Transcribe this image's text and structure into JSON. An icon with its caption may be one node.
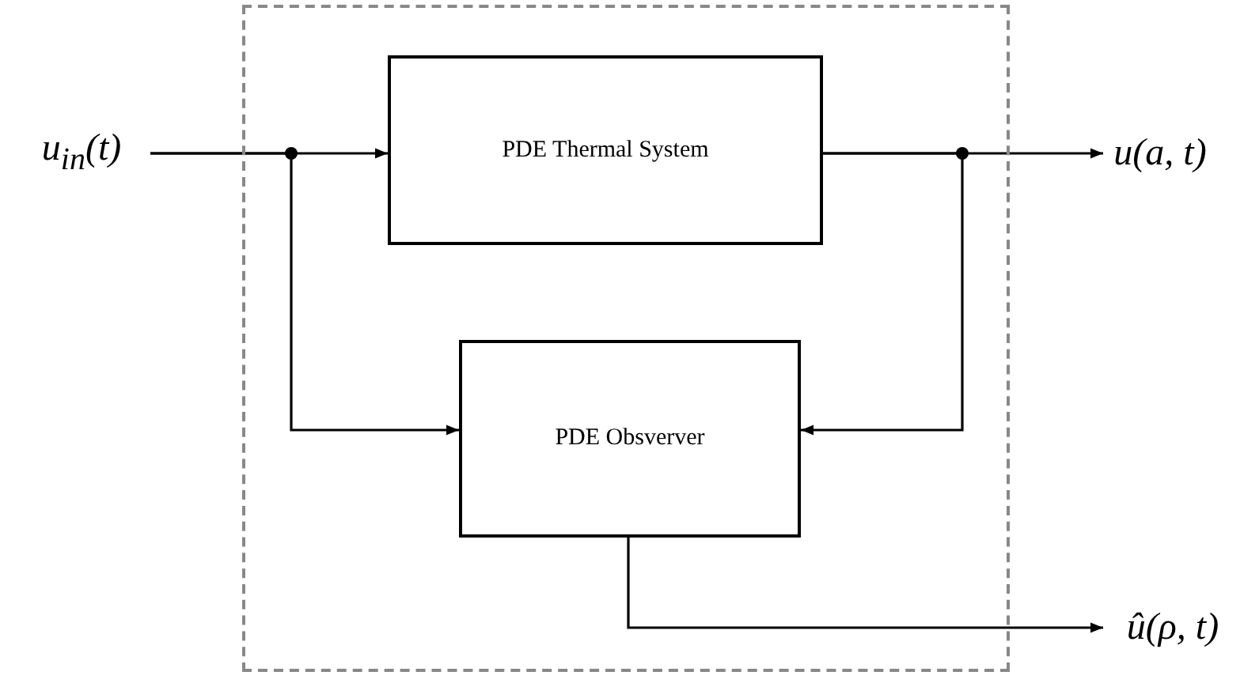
{
  "diagram": {
    "nodes": [
      {
        "text": [],
        "shape": "box"
      },
      {
        "text": [
          "PDE Thermal System"
        ],
        "in": 0
      },
      {
        "text": [
          "PDE Obsverver"
        ],
        "in": 0
      },
      {
        "text": [
          "u$_{in}$(t)"
        ]
      },
      {
        "text": [
          "u(a, t)"
        ]
      },
      {
        "text": [
          "û(ρ, t)"
        ]
      }
    ],
    "edges": [
      {
        "from": 3,
        "to": 1,
        "arrow": "to"
      },
      {
        "from": 3,
        "to": 2,
        "arrow": "to"
      },
      {
        "from": 1,
        "to": 4,
        "arrow": "to"
      },
      {
        "from": 1,
        "to": 2,
        "arrow": "to"
      },
      {
        "from": 2,
        "to": 5,
        "arrow": "to"
      }
    ]
  }
}
